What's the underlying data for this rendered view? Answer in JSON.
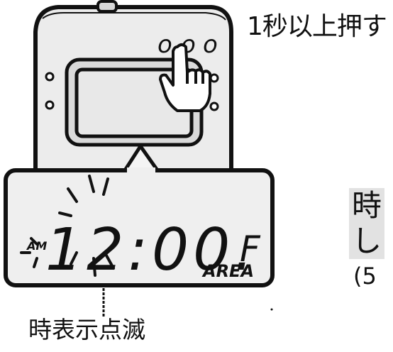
{
  "instruction_label": "1秒以上押す",
  "blink_caption": "時表示点滅",
  "display": {
    "time_text": "12:00.",
    "mode_letter": "F",
    "ampm_label": "AM",
    "area_label": "AREA"
  },
  "side_text": {
    "line1": "時",
    "line2": "し",
    "paren_text": "(5"
  },
  "buttons": [
    "o",
    "o",
    "o"
  ]
}
